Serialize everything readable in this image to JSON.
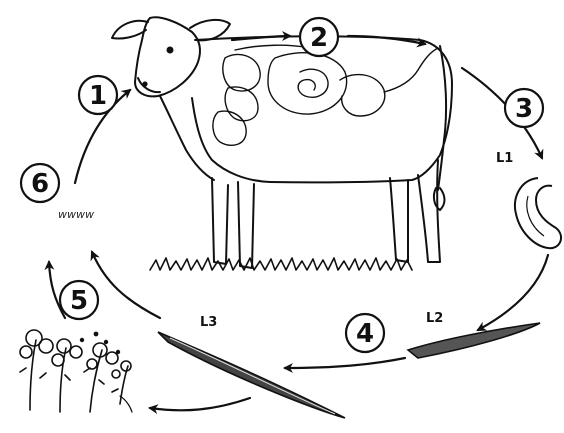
{
  "stages": [
    {
      "number": "1"
    },
    {
      "number": "2"
    },
    {
      "number": "3"
    },
    {
      "number": "4"
    },
    {
      "number": "5"
    },
    {
      "number": "6"
    }
  ],
  "larval_labels": {
    "l1": "L1",
    "l2": "L2",
    "l3": "L3"
  },
  "grass_scribble": "wwww",
  "colors": {
    "ink": "#111111",
    "background": "#ffffff"
  }
}
